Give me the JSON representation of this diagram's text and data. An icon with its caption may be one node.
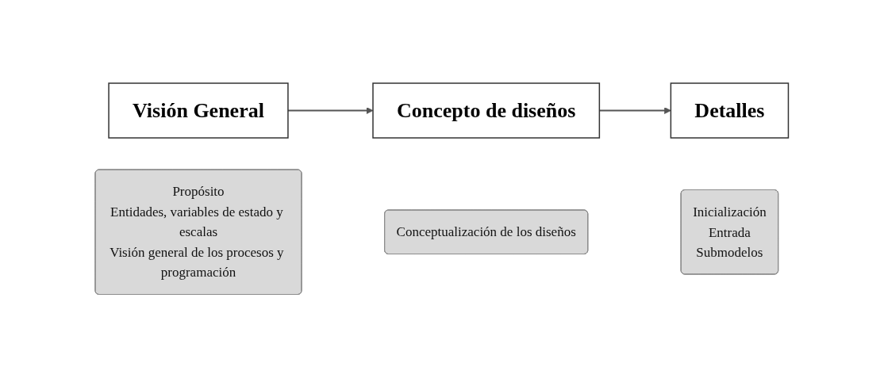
{
  "diagram": {
    "nodes": [
      {
        "text": [
          "Visión General"
        ]
      },
      {
        "text": [
          "Propósito",
          "Entidades, variables de estado y escalas",
          "Visión general de los procesos y programación"
        ]
      },
      {
        "text": [
          "Concepto de diseños"
        ]
      },
      {
        "text": [
          "Conceptualización de los diseños"
        ]
      },
      {
        "text": [
          "Detalles"
        ]
      },
      {
        "text": [
          "Inicialización",
          "Entrada",
          "Submodelos"
        ]
      }
    ],
    "edges": [
      {
        "from": 0,
        "to": 2,
        "arrow": "to"
      },
      {
        "from": 2,
        "to": 4,
        "arrow": "to"
      }
    ]
  }
}
